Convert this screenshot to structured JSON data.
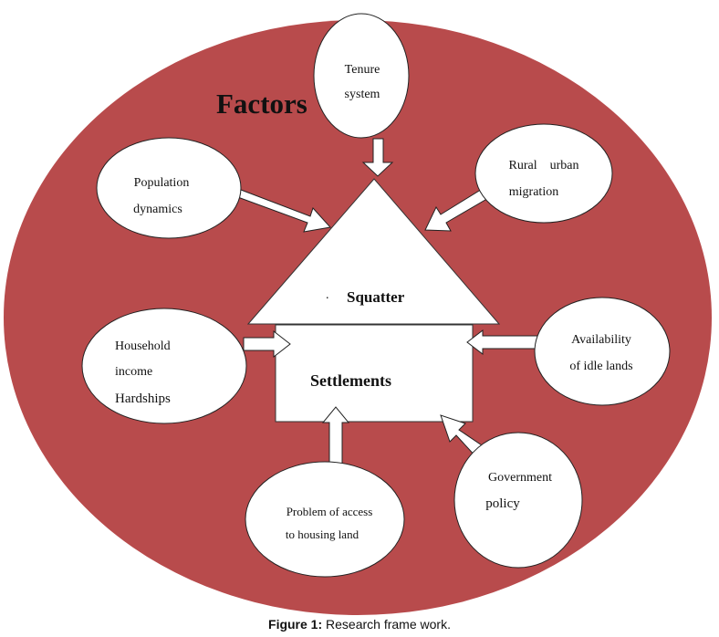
{
  "diagram": {
    "heading": "Factors",
    "center": {
      "roof_label": "Squatter",
      "body_label": "Settlements",
      "dot": "."
    },
    "factors": {
      "tenure": {
        "lines": [
          "Tenure",
          "system"
        ]
      },
      "rural": {
        "lines": [
          "Rural    urban",
          "migration"
        ]
      },
      "population": {
        "lines": [
          "Population",
          "dynamics"
        ]
      },
      "household": {
        "lines": [
          "Household",
          "income",
          "Hardships"
        ]
      },
      "idle": {
        "lines": [
          "Availability",
          "of idle lands"
        ]
      },
      "government": {
        "lines": [
          "Government",
          "policy"
        ]
      },
      "access": {
        "lines": [
          "Problem of access",
          "to housing land"
        ]
      }
    }
  },
  "caption": {
    "label": "Figure 1:",
    "text": " Research frame work."
  },
  "colors": {
    "disk": "#b84b4c",
    "node_fill": "#ffffff",
    "stroke": "#222222"
  }
}
